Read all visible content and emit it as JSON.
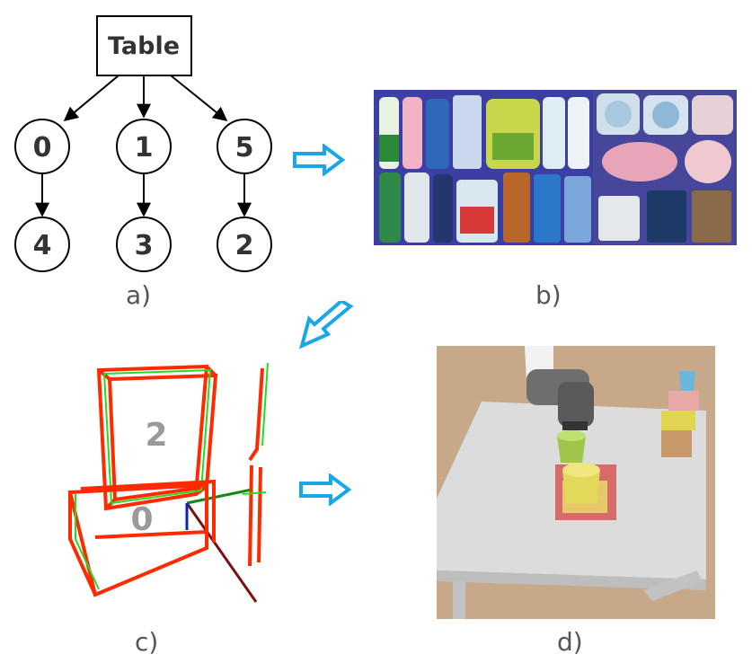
{
  "panel_a": {
    "root_label": "Table",
    "nodes": [
      {
        "id": "0",
        "child": "4"
      },
      {
        "id": "1",
        "child": "3"
      },
      {
        "id": "5",
        "child": "2"
      }
    ],
    "caption": "a)"
  },
  "panel_b": {
    "caption": "b)",
    "image": "product-photos-grid"
  },
  "panel_c": {
    "caption": "c)",
    "box_labels": [
      "2",
      "0"
    ]
  },
  "panel_d": {
    "caption": "d)",
    "image": "robot-arm-simulation"
  },
  "colors": {
    "arrow_blue": "#1aa7e6",
    "frame_red": "#ff2a00",
    "frame_green": "#22dd22"
  }
}
